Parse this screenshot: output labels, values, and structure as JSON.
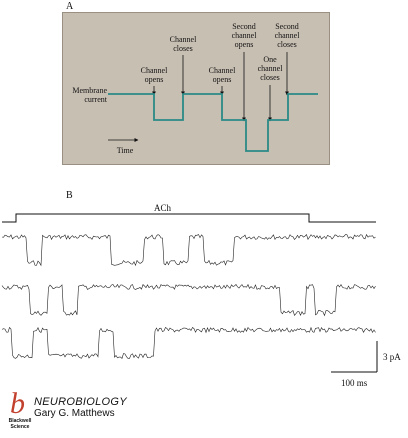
{
  "panel_a": {
    "letter": "A",
    "membrane_label": [
      "Membrane",
      "current"
    ],
    "time_label": "Time",
    "events": [
      {
        "id": "open1",
        "lines": [
          "Channel",
          "opens"
        ]
      },
      {
        "id": "close1",
        "lines": [
          "Channel",
          "closes"
        ]
      },
      {
        "id": "open2",
        "lines": [
          "Channel",
          "opens"
        ]
      },
      {
        "id": "second_open",
        "lines": [
          "Second",
          "channel",
          "opens"
        ]
      },
      {
        "id": "one_close",
        "lines": [
          "One",
          "channel",
          "closes"
        ]
      },
      {
        "id": "second_close",
        "lines": [
          "Second",
          "channel",
          "closes"
        ]
      }
    ],
    "colors": {
      "background": "#c8bfb3",
      "trace": "#2a8a86"
    }
  },
  "panel_b": {
    "letter": "B",
    "stimulus_label": "ACh",
    "scale_current": "3 pA",
    "scale_time": "100 ms",
    "traces": [
      {
        "id": "trace-1",
        "open_intervals_ms": [
          [
            25,
            40
          ],
          [
            108,
            140
          ],
          [
            160,
            185
          ],
          [
            200,
            230
          ]
        ]
      },
      {
        "id": "trace-2",
        "open_intervals_ms": [
          [
            28,
            45
          ],
          [
            60,
            75
          ],
          [
            275,
            300
          ],
          [
            310,
            330
          ]
        ]
      },
      {
        "id": "trace-3",
        "open_intervals_ms": [
          [
            10,
            30
          ],
          [
            45,
            95
          ],
          [
            110,
            150
          ]
        ]
      }
    ]
  },
  "publisher": {
    "logo_letter": "b",
    "imprint": [
      "Blackwell",
      "Science"
    ],
    "book_title": "NEUROBIOLOGY",
    "author": "Gary G. Matthews"
  }
}
